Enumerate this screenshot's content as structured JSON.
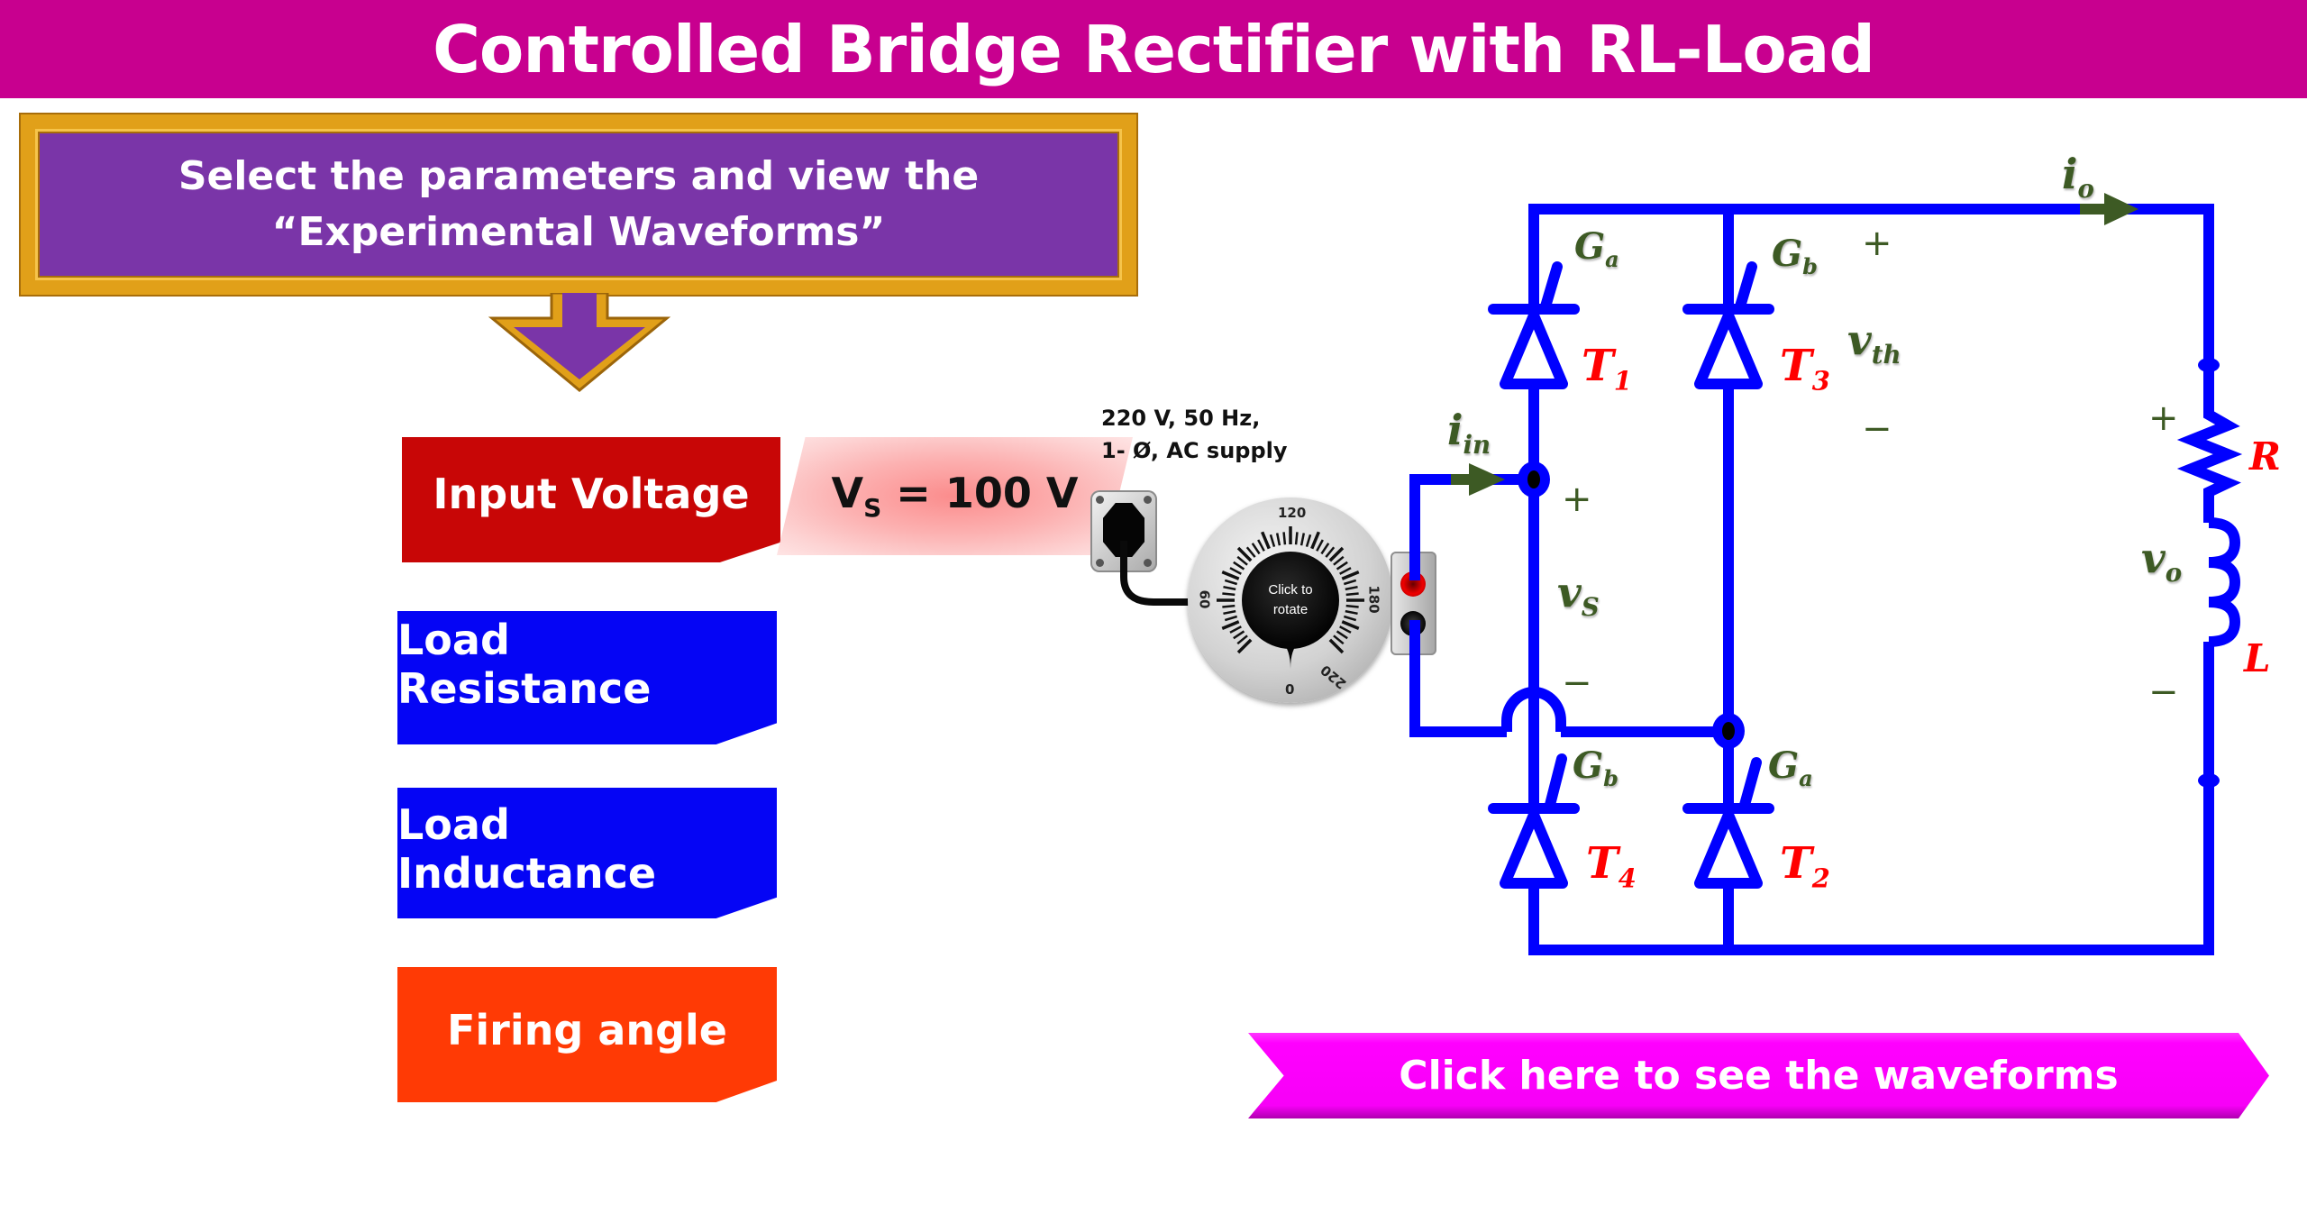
{
  "title": "Controlled Bridge Rectifier with RL-Load",
  "instruction": "Select the parameters and view the “Experimental Waveforms”",
  "parameters": {
    "input_voltage": "Input Voltage",
    "load_resistance": "Load Resistance",
    "load_inductance": "Load Inductance",
    "firing_angle": "Firing angle"
  },
  "input_voltage_readout": {
    "symbol": "V",
    "subscript": "S",
    "value_text": " = 100 V",
    "value": 100,
    "unit": "V"
  },
  "supply": {
    "line1": "220 V, 50 Hz,",
    "line2": "1- Ø, AC supply"
  },
  "dial": {
    "center_label_line1": "Click to",
    "center_label_line2": "rotate",
    "scale_labels": [
      "0",
      "60",
      "120",
      "180",
      "220"
    ],
    "current_value": 0
  },
  "circuit": {
    "thyristors": [
      {
        "name": "T",
        "sub": "1",
        "gate": "G",
        "gate_sub": "a"
      },
      {
        "name": "T",
        "sub": "3",
        "gate": "G",
        "gate_sub": "b"
      },
      {
        "name": "T",
        "sub": "4",
        "gate": "G",
        "gate_sub": "b"
      },
      {
        "name": "T",
        "sub": "2",
        "gate": "G",
        "gate_sub": "a"
      }
    ],
    "labels": {
      "i_in": {
        "main": "i",
        "sub": "in"
      },
      "i_o": {
        "main": "i",
        "sub": "o"
      },
      "v_s": {
        "main": "v",
        "sub": "S"
      },
      "v_th": {
        "main": "v",
        "sub": "th"
      },
      "v_o": {
        "main": "v",
        "sub": "o"
      },
      "R": "R",
      "L": "L",
      "plus": "+",
      "minus": "−"
    },
    "wire_color": "#0000ff",
    "label_color": "#3d5a24",
    "component_label_color": "#ff0000"
  },
  "waveform_button": "Click here to see the waveforms",
  "colors": {
    "title_bg": "#c8008f",
    "instruction_bg": "#7a35a8",
    "instruction_border": "#e1a019",
    "input_voltage_btn": "#c80606",
    "load_btn": "#0505f5",
    "firing_btn": "#ff3a05",
    "waveform_btn": "#ff00ff"
  }
}
